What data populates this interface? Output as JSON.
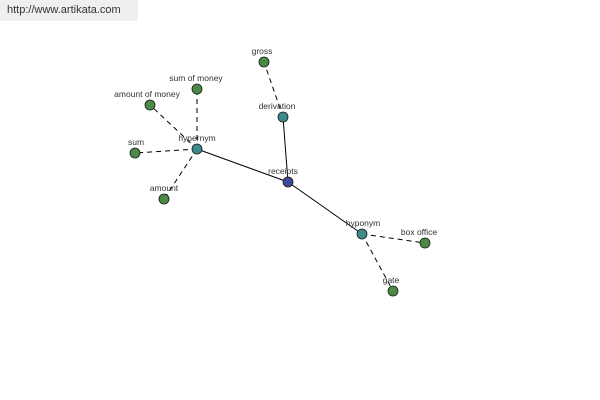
{
  "watermark": {
    "url": "http://www.artikata.com"
  },
  "colors": {
    "center": "#3b4b9a",
    "relation": "#3f8a8c",
    "leaf": "#4b8a45",
    "edge": "#000000"
  },
  "nodes": [
    {
      "id": "receipts",
      "label": "receipts",
      "kind": "center"
    },
    {
      "id": "hypernym",
      "label": "hypernym",
      "kind": "relation"
    },
    {
      "id": "derivation",
      "label": "derivation",
      "kind": "relation"
    },
    {
      "id": "hyponym",
      "label": "hyponym",
      "kind": "relation"
    },
    {
      "id": "gross",
      "label": "gross",
      "kind": "leaf"
    },
    {
      "id": "sum-of-money",
      "label": "sum of money",
      "kind": "leaf"
    },
    {
      "id": "amount-of-money",
      "label": "amount of money",
      "kind": "leaf"
    },
    {
      "id": "sum",
      "label": "sum",
      "kind": "leaf"
    },
    {
      "id": "amount",
      "label": "amount",
      "kind": "leaf"
    },
    {
      "id": "box-office",
      "label": "box office",
      "kind": "leaf"
    },
    {
      "id": "gate",
      "label": "gate",
      "kind": "leaf"
    }
  ],
  "edges": [
    {
      "from": "receipts",
      "to": "hypernym",
      "style": "solid"
    },
    {
      "from": "receipts",
      "to": "derivation",
      "style": "solid"
    },
    {
      "from": "receipts",
      "to": "hyponym",
      "style": "solid"
    },
    {
      "from": "derivation",
      "to": "gross",
      "style": "dashed"
    },
    {
      "from": "hypernym",
      "to": "sum-of-money",
      "style": "dashed"
    },
    {
      "from": "hypernym",
      "to": "amount-of-money",
      "style": "dashed"
    },
    {
      "from": "hypernym",
      "to": "sum",
      "style": "dashed"
    },
    {
      "from": "hypernym",
      "to": "amount",
      "style": "dashed"
    },
    {
      "from": "hyponym",
      "to": "box-office",
      "style": "dashed"
    },
    {
      "from": "hyponym",
      "to": "gate",
      "style": "dashed"
    }
  ]
}
